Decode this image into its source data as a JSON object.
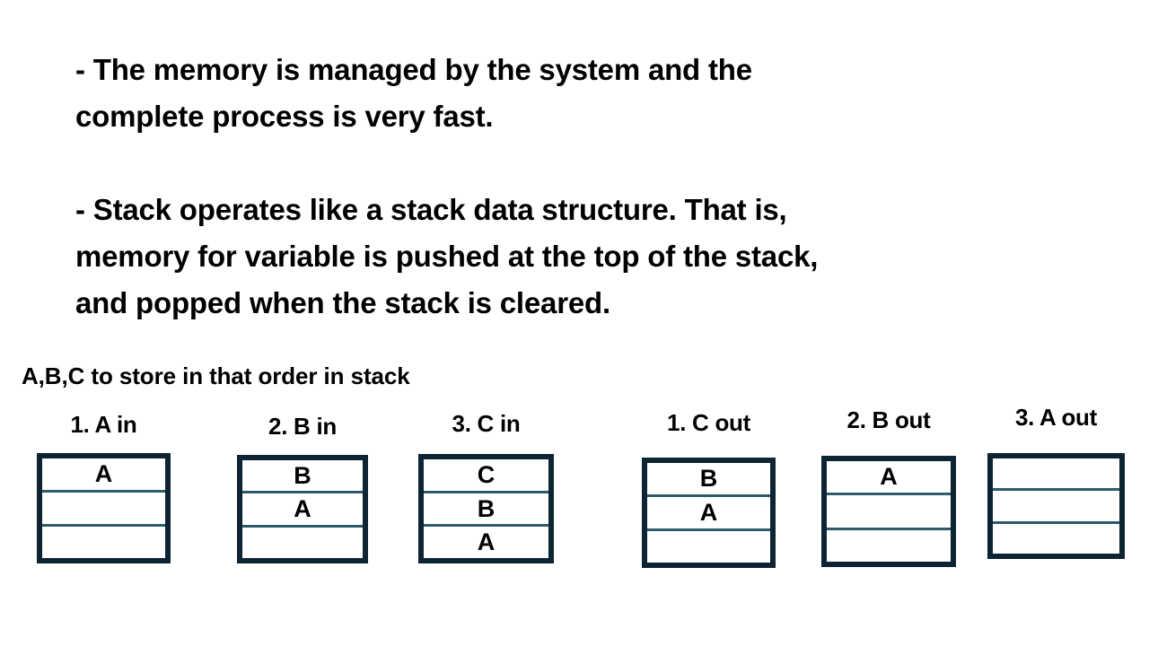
{
  "slide": {
    "paragraphs": [
      "- The memory is managed by the system and the\ncomplete process is very fast.",
      "- Stack operates like a stack data structure. That is,\nmemory for variable is pushed at the top of the stack,\nand popped when the stack is cleared."
    ],
    "caption": "A,B,C to store in that order in stack",
    "colors": {
      "box_border": "#0d2433",
      "cell_divider": "#2e5b6b",
      "text": "#000000",
      "background": "#ffffff"
    },
    "stacks": [
      {
        "label": "1. A in",
        "cells": [
          "A",
          "",
          ""
        ]
      },
      {
        "label": "2. B in",
        "cells": [
          "B",
          "A",
          ""
        ]
      },
      {
        "label": "3. C in",
        "cells": [
          "C",
          "B",
          "A"
        ]
      },
      {
        "label": "1. C out",
        "cells": [
          "B",
          "A",
          ""
        ]
      },
      {
        "label": "2. B out",
        "cells": [
          "A",
          "",
          ""
        ]
      },
      {
        "label": "3. A out",
        "cells": [
          "",
          "",
          ""
        ]
      }
    ]
  }
}
